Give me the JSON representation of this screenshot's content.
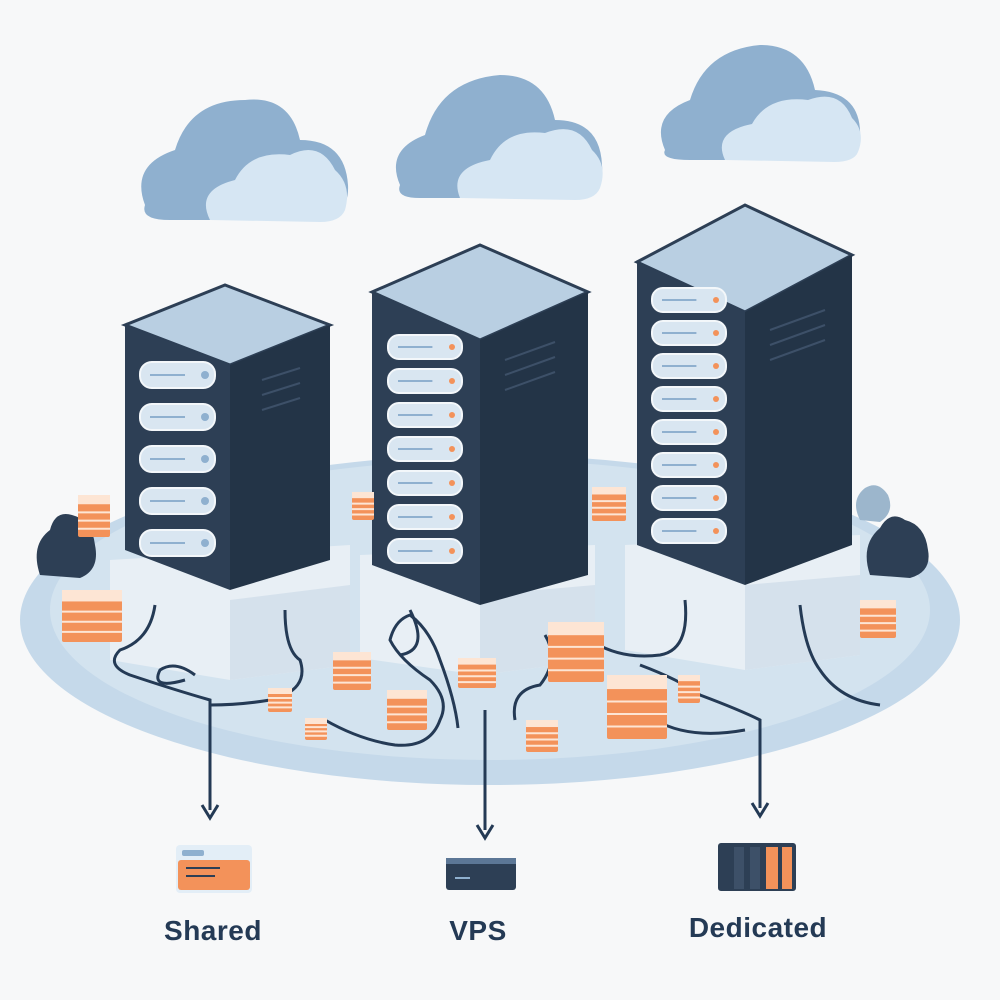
{
  "labels": {
    "shared": "Shared",
    "vps": "VPS",
    "dedicated": "Dedicated"
  },
  "colors": {
    "background": "#f7f8f9",
    "platform": "#c5d9ea",
    "server_front": "#2d3f55",
    "server_side": "#233447",
    "server_top": "#b9cfe2",
    "cloud": "#8fb0cf",
    "cloud_light": "#d6e6f3",
    "box_accent": "#f3925a",
    "label_text": "#243a55"
  },
  "icons": {
    "shared": "shared-hosting-card-icon",
    "vps": "vps-box-icon",
    "dedicated": "dedicated-rack-icon"
  }
}
